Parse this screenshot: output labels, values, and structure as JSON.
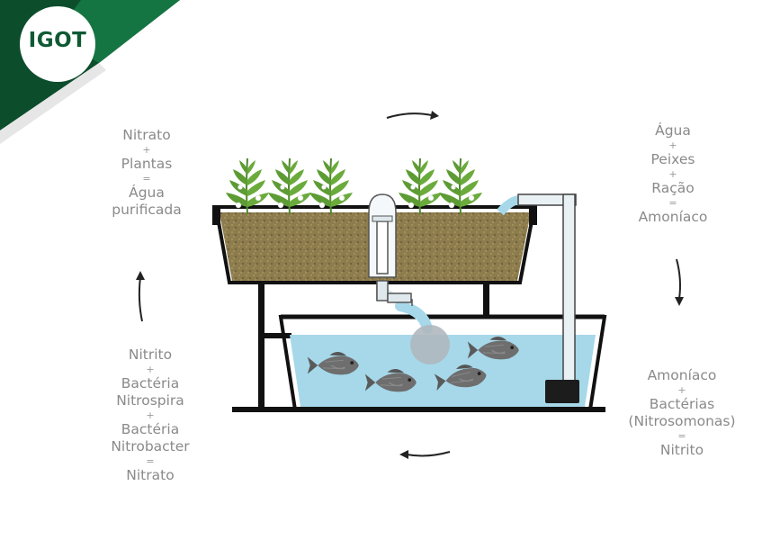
{
  "logo": {
    "text": "IGOT"
  },
  "labels": {
    "top_left": [
      "Nitrato",
      "+",
      "Plantas",
      "=",
      "Água",
      "purificada"
    ],
    "top_right": [
      "Água",
      "+",
      "Peixes",
      "+",
      "Ração",
      "=",
      "Amoníaco"
    ],
    "bottom_right": [
      "Amoníaco",
      "+",
      "Bactérias",
      "(Nitrosomonas)",
      "=",
      "Nitrito"
    ],
    "bottom_left": [
      "Nitrito",
      "+",
      "Bactéria",
      "Nitrospira",
      "+",
      "Bactéria",
      "Nitrobacter",
      "=",
      "Nitrato"
    ]
  },
  "colors": {
    "brand_green_dark": "#0c4d2c",
    "brand_green": "#167a45",
    "label_gray": "#8a8a8a",
    "water": "#a6d8ea",
    "soil": "#8b7a4c",
    "outline": "#111111",
    "plant": "#5a9a32"
  },
  "icons": [
    "cycle-arrow-top",
    "cycle-arrow-right",
    "cycle-arrow-bottom",
    "cycle-arrow-left",
    "fish-icon",
    "plant-icon",
    "water-pump-icon"
  ]
}
